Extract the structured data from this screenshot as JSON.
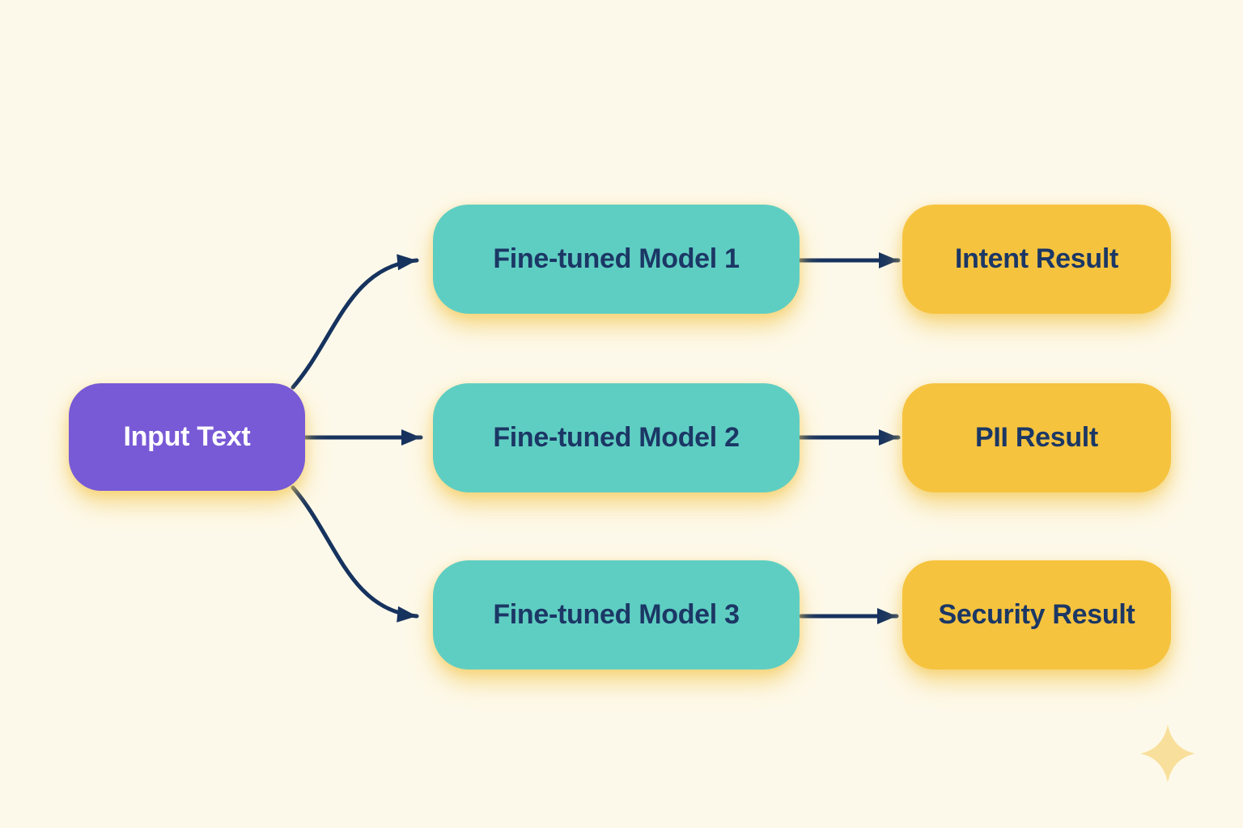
{
  "diagram": {
    "nodes": {
      "input": {
        "label": "Input Text"
      },
      "models": [
        {
          "label": "Fine-tuned Model 1"
        },
        {
          "label": "Fine-tuned Model 2"
        },
        {
          "label": "Fine-tuned Model 3"
        }
      ],
      "results": [
        {
          "label": "Intent Result"
        },
        {
          "label": "PII Result"
        },
        {
          "label": "Security Result"
        }
      ]
    },
    "edges": [
      {
        "from": "Input Text",
        "to": "Fine-tuned Model 1"
      },
      {
        "from": "Input Text",
        "to": "Fine-tuned Model 2"
      },
      {
        "from": "Input Text",
        "to": "Fine-tuned Model 3"
      },
      {
        "from": "Fine-tuned Model 1",
        "to": "Intent Result"
      },
      {
        "from": "Fine-tuned Model 2",
        "to": "PII Result"
      },
      {
        "from": "Fine-tuned Model 3",
        "to": "Security Result"
      }
    ],
    "colors": {
      "background": "#FDF9EA",
      "input_node": "#7859D6",
      "model_node": "#5FCEC2",
      "result_node": "#F6C33E",
      "connector": "#16325E",
      "text_dark": "#1B3765",
      "text_light": "#FFFFFF",
      "glow": "#F4CC60",
      "sparkle": "#F8E09C"
    }
  }
}
